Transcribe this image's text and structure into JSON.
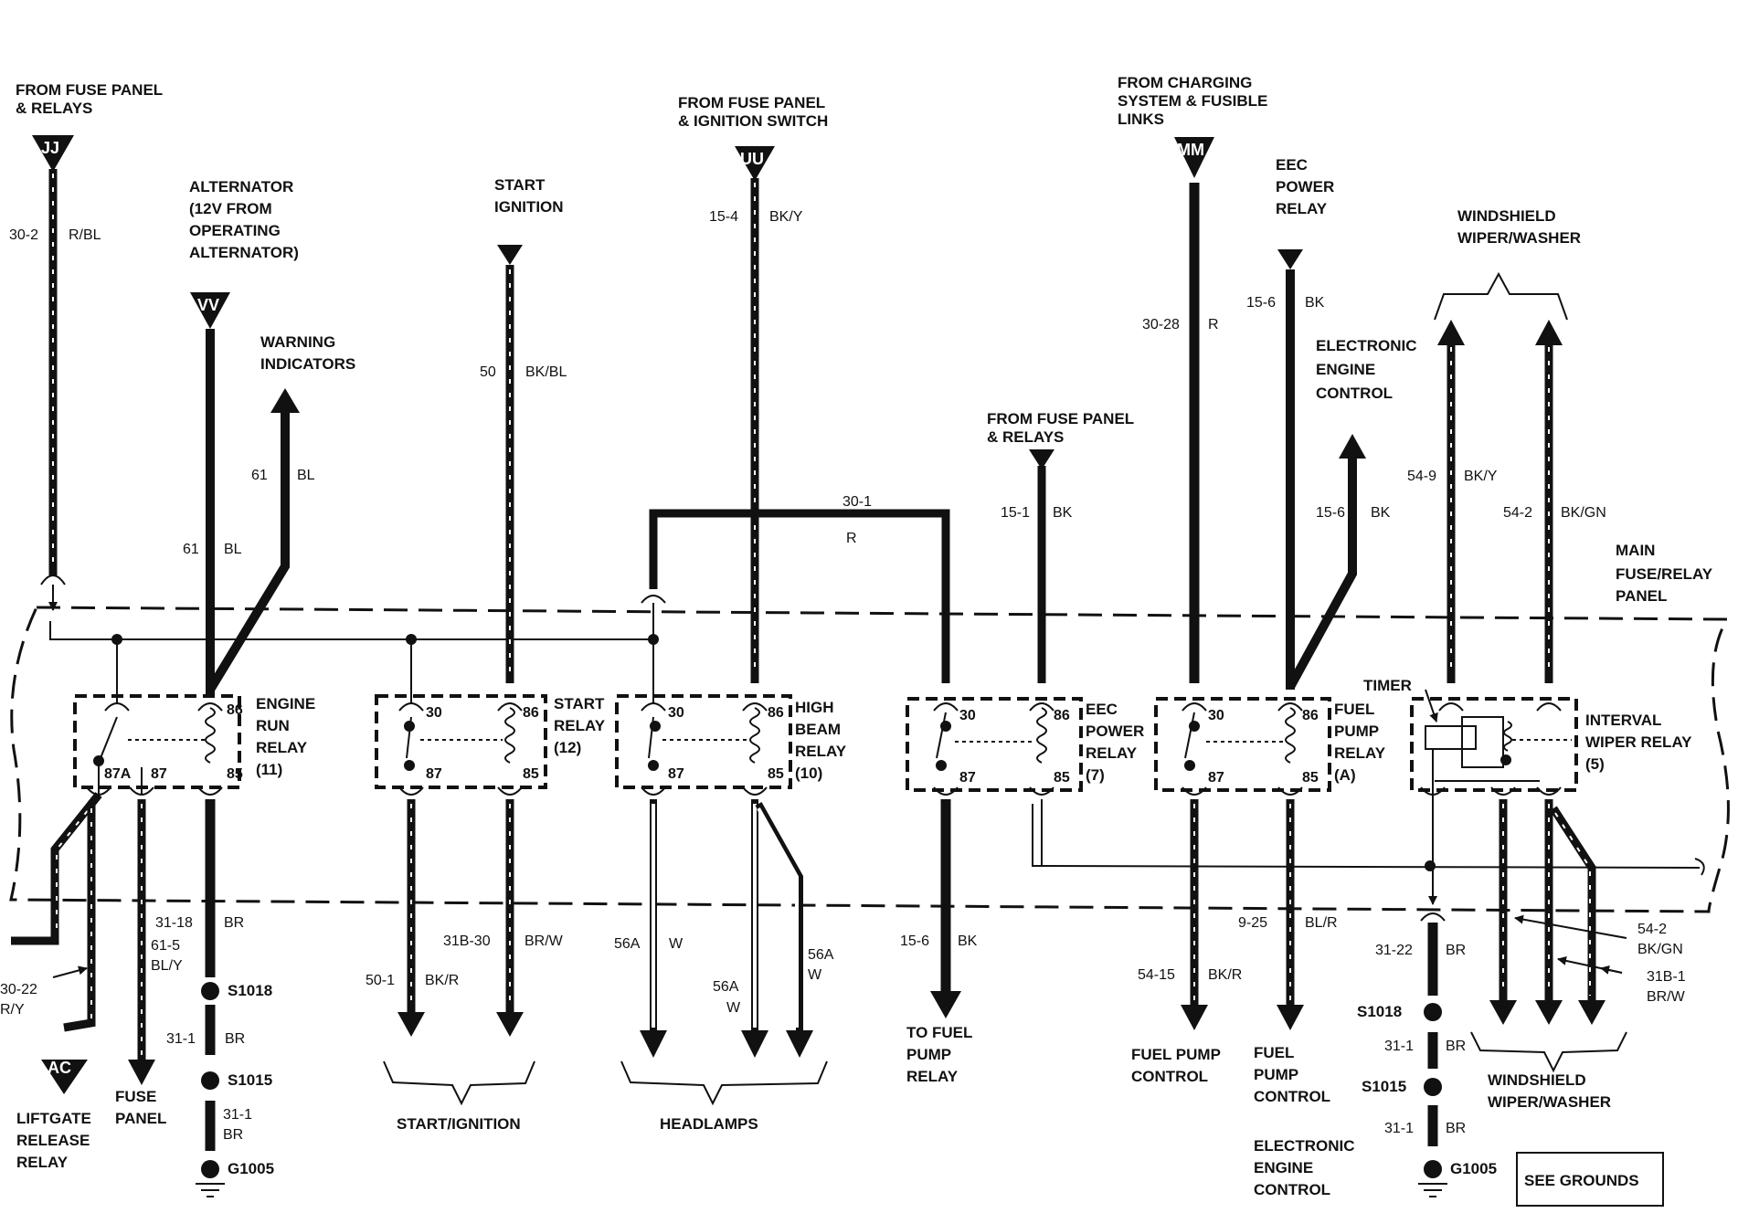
{
  "labels": {
    "from_fuse_panel_relays_l1": "FROM FUSE PANEL",
    "from_fuse_panel_relays_l2": "& RELAYS",
    "jj": "JJ",
    "w_30_2": "30-2",
    "w_r_bl": "R/BL",
    "alt_l1": "ALTERNATOR",
    "alt_l2": "(12V FROM",
    "alt_l3": "OPERATING",
    "alt_l4": "ALTERNATOR)",
    "vv": "VV",
    "warn_l1": "WARNING",
    "warn_l2": "INDICATORS",
    "w_61a": "61",
    "w_bl_a": "BL",
    "w_61b": "61",
    "w_bl_b": "BL",
    "start_ign_l1": "START",
    "start_ign_l2": "IGNITION",
    "w_50": "50",
    "w_bk_bl": "BK/BL",
    "fuse_ign_l1": "FROM FUSE PANEL",
    "fuse_ign_l2": "& IGNITION SWITCH",
    "uu": "UU",
    "w_15_4": "15-4",
    "w_bk_y": "BK/Y",
    "w_30_1": "30-1",
    "w_r_a": "R",
    "charging_l1": "FROM CHARGING",
    "charging_l2": "SYSTEM & FUSIBLE",
    "charging_l3": "LINKS",
    "mm": "MM",
    "w_30_28": "30-28",
    "w_r_b": "R",
    "eec_l1": "EEC",
    "eec_l2": "POWER",
    "eec_l3": "RELAY",
    "w_15_6a": "15-6",
    "w_bk_a": "BK",
    "eec_ctrl_l1": "ELECTRONIC",
    "eec_ctrl_l2": "ENGINE",
    "eec_ctrl_l3": "CONTROL",
    "w_15_6b": "15-6",
    "w_bk_b": "BK",
    "fuse_relays2_l1": "FROM FUSE PANEL",
    "fuse_relays2_l2": "& RELAYS",
    "w_15_1": "15-1",
    "w_bk_c": "BK",
    "wsw_l1": "WINDSHIELD",
    "wsw_l2": "WIPER/WASHER",
    "w_54_9": "54-9",
    "w_bk_y2": "BK/Y",
    "w_54_2": "54-2",
    "w_bk_gn": "BK/GN",
    "main_l1": "MAIN",
    "main_l2": "FUSE/RELAY",
    "main_l3": "PANEL",
    "timer": "TIMER",
    "er_l1": "ENGINE",
    "er_l2": "RUN",
    "er_l3": "RELAY",
    "er_l4": "(11)",
    "sr_l1": "START",
    "sr_l2": "RELAY",
    "sr_l3": "(12)",
    "hb_l1": "HIGH",
    "hb_l2": "BEAM",
    "hb_l3": "RELAY",
    "hb_l4": "(10)",
    "ep_l1": "EEC",
    "ep_l2": "POWER",
    "ep_l3": "RELAY",
    "ep_l4": "(7)",
    "fp_l1": "FUEL",
    "fp_l2": "PUMP",
    "fp_l3": "RELAY",
    "fp_l4": "(A)",
    "iw_l1": "INTERVAL",
    "iw_l2": "WIPER RELAY",
    "iw_l3": "(5)",
    "p86": "86",
    "p85": "85",
    "p30": "30",
    "p87": "87",
    "p87a": "87A",
    "w_30_22": "30-22",
    "w_r_y": "R/Y",
    "w_31_18": "31-18",
    "w_br_a": "BR",
    "w_61_5": "61-5",
    "w_bl_y": "BL/Y",
    "s1018": "S1018",
    "w_31_1a": "31-1",
    "w_br_b": "BR",
    "s1015": "S1015",
    "w_31_1b": "31-1",
    "w_br_c": "BR",
    "g1005": "G1005",
    "ac": "AC",
    "liftgate_l1": "LIFTGATE",
    "liftgate_l2": "RELEASE",
    "liftgate_l3": "RELAY",
    "fuse_panel_l1": "FUSE",
    "fuse_panel_l2": "PANEL",
    "w_50_1": "50-1",
    "w_bk_r": "BK/R",
    "w_31b_30": "31B-30",
    "w_br_w": "BR/W",
    "start_ign_bottom": "START/IGNITION",
    "w_56a_a": "56A",
    "w_w_a": "W",
    "w_56a_b": "56A",
    "w_w_b": "W",
    "w_56a_c": "56A",
    "w_w_c": "W",
    "headlamps": "HEADLAMPS",
    "w_15_6c": "15-6",
    "w_bk_d": "BK",
    "to_fuel_l1": "TO FUEL",
    "to_fuel_l2": "PUMP",
    "to_fuel_l3": "RELAY",
    "w_54_15": "54-15",
    "w_bk_r2": "BK/R",
    "fpc_l1": "FUEL PUMP",
    "fpc_l2": "CONTROL",
    "w_9_25": "9-25",
    "w_bl_r": "BL/R",
    "fpc2_l1": "FUEL",
    "fpc2_l2": "PUMP",
    "fpc2_l3": "CONTROL",
    "eec2_l1": "ELECTRONIC",
    "eec2_l2": "ENGINE",
    "eec2_l3": "CONTROL",
    "w_31_22": "31-22",
    "w_br_d": "BR",
    "s1018b": "S1018",
    "w_31_1c": "31-1",
    "w_br_e": "BR",
    "s1015b": "S1015",
    "w_31_1d": "31-1",
    "w_br_f": "BR",
    "g1005b": "G1005",
    "w_54_2b": "54-2",
    "w_bk_gn2": "BK/GN",
    "w_31b_1": "31B-1",
    "w_br_w2": "BR/W",
    "wsw2_l1": "WINDSHIELD",
    "wsw2_l2": "WIPER/WASHER",
    "see_grounds": "SEE GROUNDS"
  }
}
